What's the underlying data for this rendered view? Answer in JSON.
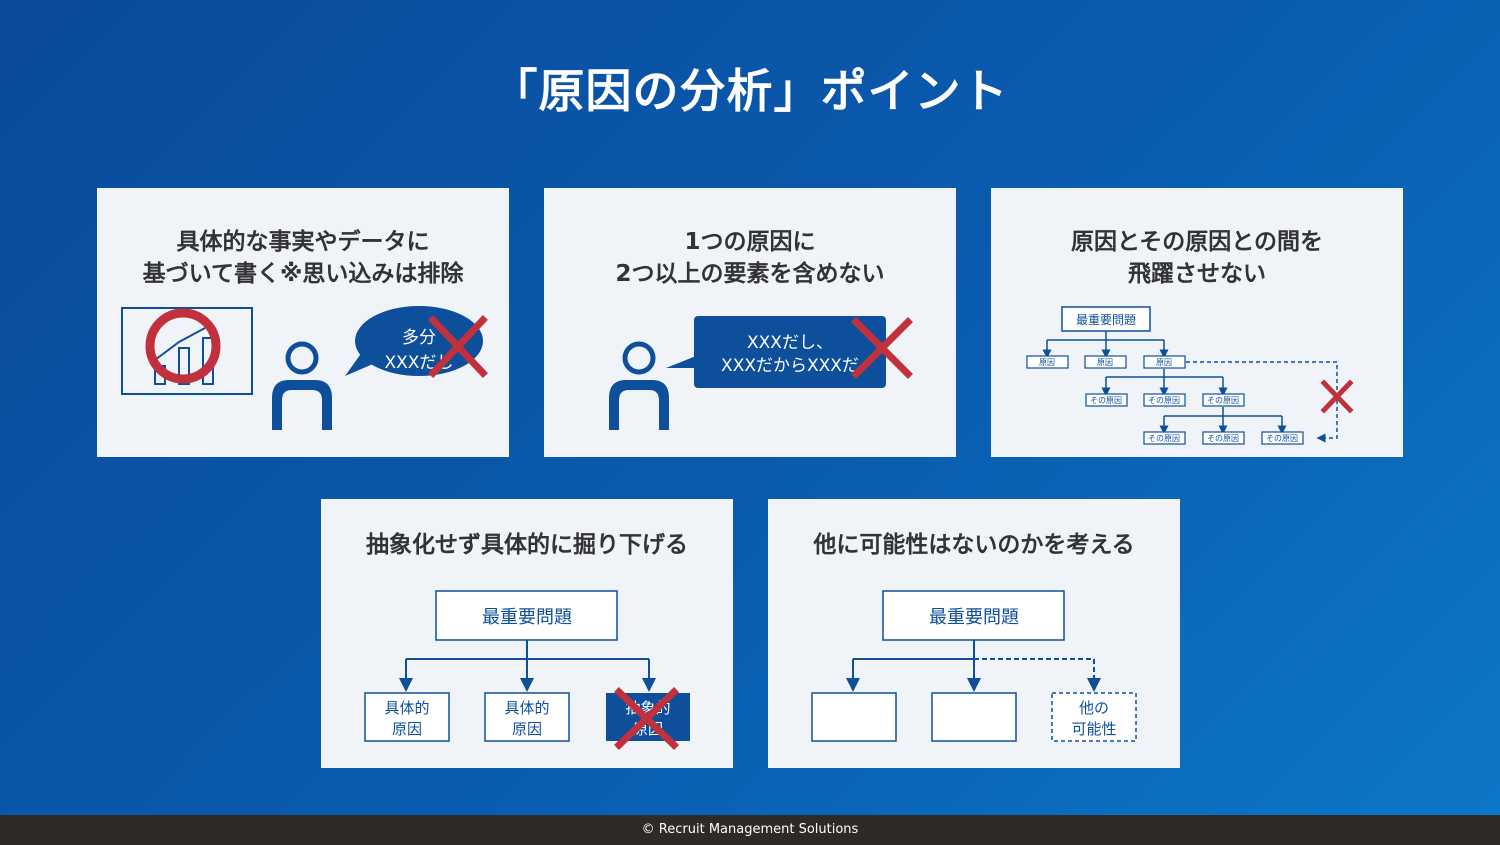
{
  "title": "「原因の分析」ポイント",
  "cards": [
    {
      "title_line1": "具体的な事実やデータに",
      "title_line2": "基づいて書く※思い込みは排除",
      "bubble_line1": "多分",
      "bubble_line2": "XXXだし"
    },
    {
      "title_line1": "1つの原因に",
      "title_line2": "2つ以上の要素を含めない",
      "bubble_line1": "XXXだし、",
      "bubble_line2": "XXXだからXXXだ"
    },
    {
      "title_line1": "原因とその原因との間を",
      "title_line2": "飛躍させない",
      "top_node": "最重要問題",
      "cause": "原因",
      "sub_cause": "その原因"
    },
    {
      "title": "抽象化せず具体的に掘り下げる",
      "top_node": "最重要問題",
      "box1_line1": "具体的",
      "box1_line2": "原因",
      "box2_line1": "具体的",
      "box2_line2": "原因",
      "box3_line1": "抽象的",
      "box3_line2": "原因"
    },
    {
      "title": "他に可能性はないのかを考える",
      "top_node": "最重要問題",
      "other_line1": "他の",
      "other_line2": "可能性"
    }
  ],
  "footer": "© Recruit Management Solutions",
  "colors": {
    "blue": "#0e4f9c",
    "red": "#c0313c",
    "card": "#f0f3f7"
  }
}
